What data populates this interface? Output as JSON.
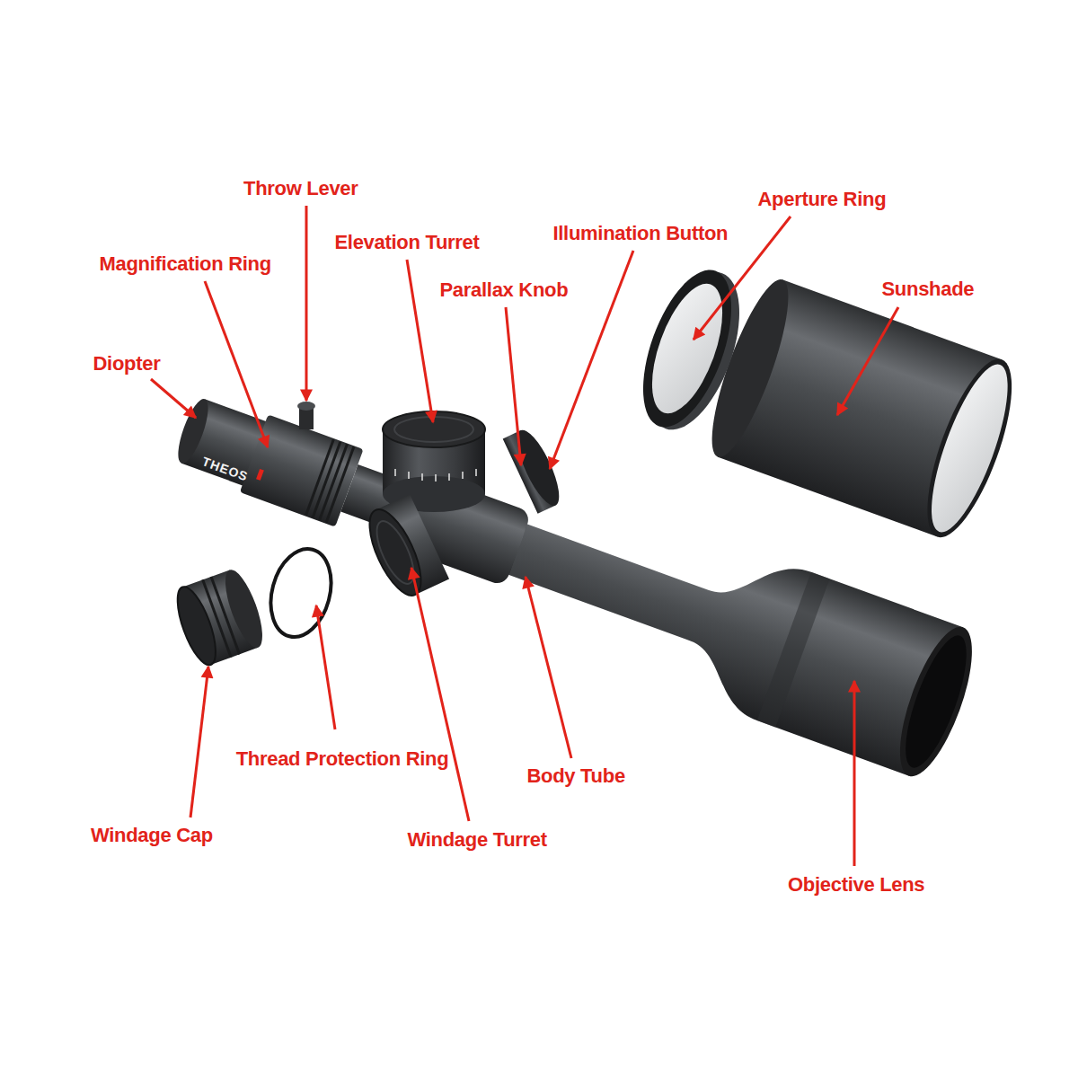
{
  "diagram": {
    "labels": [
      "Throw Lever",
      "Elevation Turret",
      "Illumination Button",
      "Aperture Ring",
      "Magnification Ring",
      "Parallax Knob",
      "Sunshade",
      "Diopter",
      "THEOS",
      "Thread Protection Ring",
      "Body Tube",
      "Windage Cap",
      "Windage Turret",
      "Objective Lens"
    ]
  }
}
